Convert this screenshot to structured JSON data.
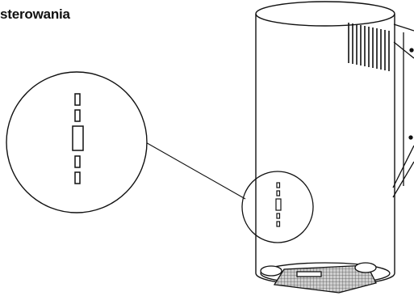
{
  "heading": "sterowania",
  "illustration": {
    "subject": "cylindrical-cooker-hood",
    "detail": "control-panel-callout",
    "line_color": "#111111",
    "filter_color": "#5a5a5a",
    "background": "#ffffff"
  }
}
